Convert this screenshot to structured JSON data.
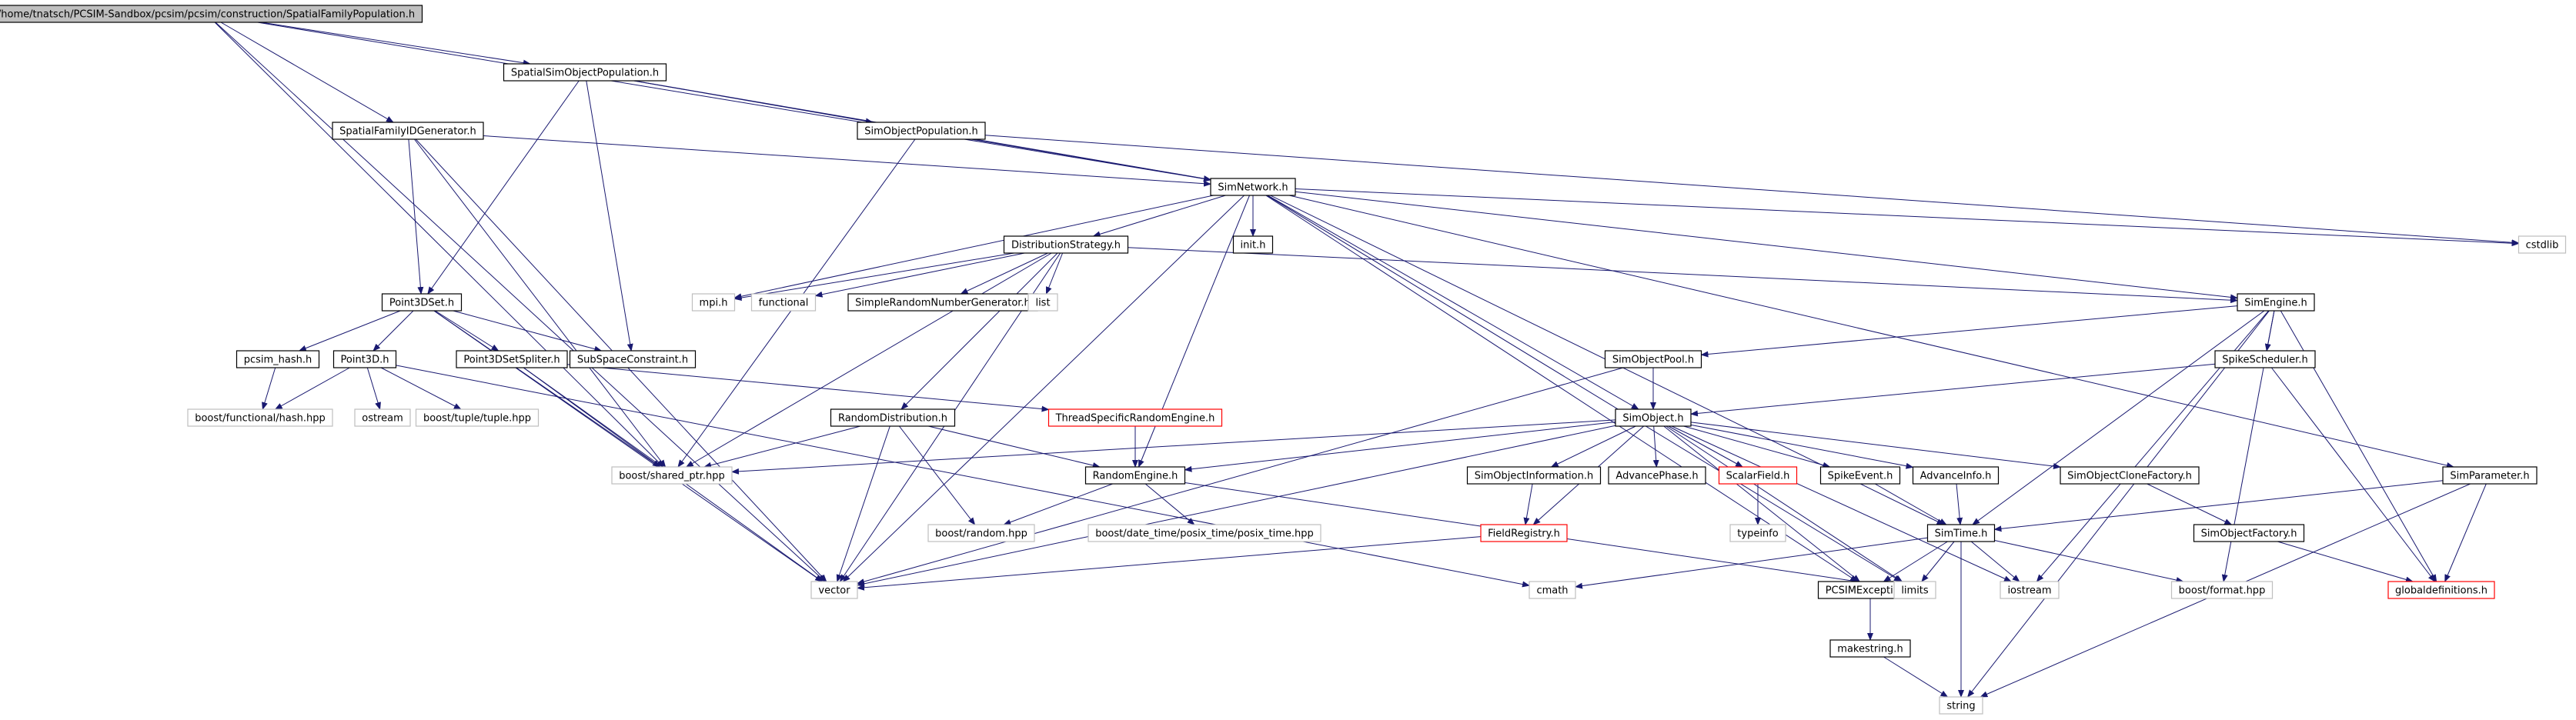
{
  "diagram_title": "/home/tnatsch/PCSIM-Sandbox/pcsim/pcsim/construction/SpatialFamilyPopulation.h",
  "colors": {
    "edge": "#191970",
    "root_fill": "#bfbfbf",
    "box_border": "#000000",
    "leaf_border": "#bfbfbf",
    "missing_border": "#ff0000",
    "text": "#000000"
  },
  "nodes": [
    {
      "id": "root",
      "label": "/home/tnatsch/PCSIM-Sandbox/pcsim/pcsim/construction/SpatialFamilyPopulation.h",
      "kind": "root"
    },
    {
      "id": "SSOP",
      "label": "SpatialSimObjectPopulation.h",
      "kind": "file"
    },
    {
      "id": "SFIG",
      "label": "SpatialFamilyIDGenerator.h",
      "kind": "file"
    },
    {
      "id": "SOP",
      "label": "SimObjectPopulation.h",
      "kind": "file"
    },
    {
      "id": "SN",
      "label": "SimNetwork.h",
      "kind": "file"
    },
    {
      "id": "cstdlib",
      "label": "cstdlib",
      "kind": "system"
    },
    {
      "id": "DS",
      "label": "DistributionStrategy.h",
      "kind": "file"
    },
    {
      "id": "inith",
      "label": "init.h",
      "kind": "file"
    },
    {
      "id": "mpih",
      "label": "mpi.h",
      "kind": "system"
    },
    {
      "id": "functional",
      "label": "functional",
      "kind": "system"
    },
    {
      "id": "SRNG",
      "label": "SimpleRandomNumberGenerator.h",
      "kind": "file"
    },
    {
      "id": "list",
      "label": "list",
      "kind": "system"
    },
    {
      "id": "SE",
      "label": "SimEngine.h",
      "kind": "file"
    },
    {
      "id": "P3DS",
      "label": "Point3DSet.h",
      "kind": "file"
    },
    {
      "id": "pcsimhash",
      "label": "pcsim_hash.h",
      "kind": "file"
    },
    {
      "id": "P3D",
      "label": "Point3D.h",
      "kind": "file"
    },
    {
      "id": "P3DSS",
      "label": "Point3DSetSpliter.h",
      "kind": "file"
    },
    {
      "id": "SSC",
      "label": "SubSpaceConstraint.h",
      "kind": "file"
    },
    {
      "id": "bfh",
      "label": "boost/functional/hash.hpp",
      "kind": "system"
    },
    {
      "id": "ostream",
      "label": "ostream",
      "kind": "system"
    },
    {
      "id": "btuple",
      "label": "boost/tuple/tuple.hpp",
      "kind": "system"
    },
    {
      "id": "bsp",
      "label": "boost/shared_ptr.hpp",
      "kind": "system"
    },
    {
      "id": "SOPool",
      "label": "SimObjectPool.h",
      "kind": "file"
    },
    {
      "id": "SS",
      "label": "SpikeScheduler.h",
      "kind": "file"
    },
    {
      "id": "RD",
      "label": "RandomDistribution.h",
      "kind": "file"
    },
    {
      "id": "TSRE",
      "label": "ThreadSpecificRandomEngine.h",
      "kind": "missing"
    },
    {
      "id": "SO",
      "label": "SimObject.h",
      "kind": "file"
    },
    {
      "id": "RE",
      "label": "RandomEngine.h",
      "kind": "file"
    },
    {
      "id": "brandom",
      "label": "boost/random.hpp",
      "kind": "system"
    },
    {
      "id": "bdt",
      "label": "boost/date_time/posix_time/posix_time.hpp",
      "kind": "system"
    },
    {
      "id": "SOI",
      "label": "SimObjectInformation.h",
      "kind": "file"
    },
    {
      "id": "AP",
      "label": "AdvancePhase.h",
      "kind": "file"
    },
    {
      "id": "SF",
      "label": "ScalarField.h",
      "kind": "missing"
    },
    {
      "id": "SpE",
      "label": "SpikeEvent.h",
      "kind": "file"
    },
    {
      "id": "AI",
      "label": "AdvanceInfo.h",
      "kind": "file"
    },
    {
      "id": "SOCF",
      "label": "SimObjectCloneFactory.h",
      "kind": "file"
    },
    {
      "id": "SPar",
      "label": "SimParameter.h",
      "kind": "file"
    },
    {
      "id": "FR",
      "label": "FieldRegistry.h",
      "kind": "missing"
    },
    {
      "id": "typeinfo",
      "label": "typeinfo",
      "kind": "system"
    },
    {
      "id": "ST",
      "label": "SimTime.h",
      "kind": "file"
    },
    {
      "id": "SOF",
      "label": "SimObjectFactory.h",
      "kind": "file"
    },
    {
      "id": "vector",
      "label": "vector",
      "kind": "system"
    },
    {
      "id": "cmath",
      "label": "cmath",
      "kind": "system"
    },
    {
      "id": "PCE",
      "label": "PCSIMException.h",
      "kind": "file"
    },
    {
      "id": "limits",
      "label": "limits",
      "kind": "system"
    },
    {
      "id": "iostream",
      "label": "iostream",
      "kind": "system"
    },
    {
      "id": "bformat",
      "label": "boost/format.hpp",
      "kind": "system"
    },
    {
      "id": "globaldef",
      "label": "globaldefinitions.h",
      "kind": "missing"
    },
    {
      "id": "makestring",
      "label": "makestring.h",
      "kind": "file"
    },
    {
      "id": "string",
      "label": "string",
      "kind": "system"
    }
  ],
  "edges": [
    [
      "root",
      "SSOP"
    ],
    [
      "root",
      "SFIG"
    ],
    [
      "root",
      "SN"
    ],
    [
      "root",
      "bsp"
    ],
    [
      "root",
      "vector"
    ],
    [
      "SSOP",
      "SOP"
    ],
    [
      "SSOP",
      "SN"
    ],
    [
      "SSOP",
      "P3DS"
    ],
    [
      "SSOP",
      "SSC"
    ],
    [
      "SFIG",
      "SN"
    ],
    [
      "SFIG",
      "P3DS"
    ],
    [
      "SFIG",
      "bsp"
    ],
    [
      "SFIG",
      "vector"
    ],
    [
      "SOP",
      "SN"
    ],
    [
      "SOP",
      "bsp"
    ],
    [
      "SOP",
      "cstdlib"
    ],
    [
      "SN",
      "DS"
    ],
    [
      "SN",
      "inith"
    ],
    [
      "SN",
      "mpih"
    ],
    [
      "SN",
      "SE"
    ],
    [
      "SN",
      "SO"
    ],
    [
      "SN",
      "RE"
    ],
    [
      "SN",
      "ST"
    ],
    [
      "SN",
      "SPar"
    ],
    [
      "SN",
      "cstdlib"
    ],
    [
      "SN",
      "vector"
    ],
    [
      "SN",
      "PCE"
    ],
    [
      "SN",
      "limits"
    ],
    [
      "DS",
      "mpih"
    ],
    [
      "DS",
      "functional"
    ],
    [
      "DS",
      "SRNG"
    ],
    [
      "DS",
      "list"
    ],
    [
      "DS",
      "RD"
    ],
    [
      "DS",
      "SE"
    ],
    [
      "DS",
      "bsp"
    ],
    [
      "DS",
      "vector"
    ],
    [
      "SE",
      "SOPool"
    ],
    [
      "SE",
      "SS"
    ],
    [
      "SE",
      "globaldef"
    ],
    [
      "SE",
      "iostream"
    ],
    [
      "SE",
      "bformat"
    ],
    [
      "SE",
      "string"
    ],
    [
      "SE",
      "ST"
    ],
    [
      "P3DS",
      "pcsimhash"
    ],
    [
      "P3DS",
      "P3D"
    ],
    [
      "P3DS",
      "P3DSS"
    ],
    [
      "P3DS",
      "SSC"
    ],
    [
      "P3DS",
      "bsp"
    ],
    [
      "P3DS",
      "vector"
    ],
    [
      "pcsimhash",
      "bfh"
    ],
    [
      "P3D",
      "bfh"
    ],
    [
      "P3D",
      "ostream"
    ],
    [
      "P3D",
      "btuple"
    ],
    [
      "P3D",
      "cmath"
    ],
    [
      "P3DSS",
      "bsp"
    ],
    [
      "P3DSS",
      "TSRE"
    ],
    [
      "P3DSS",
      "vector"
    ],
    [
      "SOPool",
      "SO"
    ],
    [
      "SOPool",
      "vector"
    ],
    [
      "SS",
      "SO"
    ],
    [
      "SS",
      "globaldef"
    ],
    [
      "RD",
      "RE"
    ],
    [
      "RD",
      "bsp"
    ],
    [
      "RD",
      "brandom"
    ],
    [
      "RD",
      "vector"
    ],
    [
      "TSRE",
      "RE"
    ],
    [
      "SO",
      "bsp"
    ],
    [
      "SO",
      "RE"
    ],
    [
      "SO",
      "SOI"
    ],
    [
      "SO",
      "AP"
    ],
    [
      "SO",
      "SF"
    ],
    [
      "SO",
      "SpE"
    ],
    [
      "SO",
      "AI"
    ],
    [
      "SO",
      "SOCF"
    ],
    [
      "SO",
      "FR"
    ],
    [
      "SO",
      "iostream"
    ],
    [
      "SO",
      "limits"
    ],
    [
      "SO",
      "vector"
    ],
    [
      "SO",
      "PCE"
    ],
    [
      "RE",
      "brandom"
    ],
    [
      "RE",
      "bdt"
    ],
    [
      "RE",
      "limits"
    ],
    [
      "SOI",
      "FR"
    ],
    [
      "SF",
      "typeinfo"
    ],
    [
      "SpE",
      "ST"
    ],
    [
      "AI",
      "ST"
    ],
    [
      "SOCF",
      "SOF"
    ],
    [
      "SPar",
      "ST"
    ],
    [
      "SPar",
      "globaldef"
    ],
    [
      "SPar",
      "string"
    ],
    [
      "FR",
      "vector"
    ],
    [
      "ST",
      "cmath"
    ],
    [
      "ST",
      "PCE"
    ],
    [
      "ST",
      "limits"
    ],
    [
      "ST",
      "iostream"
    ],
    [
      "ST",
      "bformat"
    ],
    [
      "ST",
      "string"
    ],
    [
      "SOF",
      "globaldef"
    ],
    [
      "PCE",
      "makestring"
    ],
    [
      "makestring",
      "string"
    ]
  ]
}
